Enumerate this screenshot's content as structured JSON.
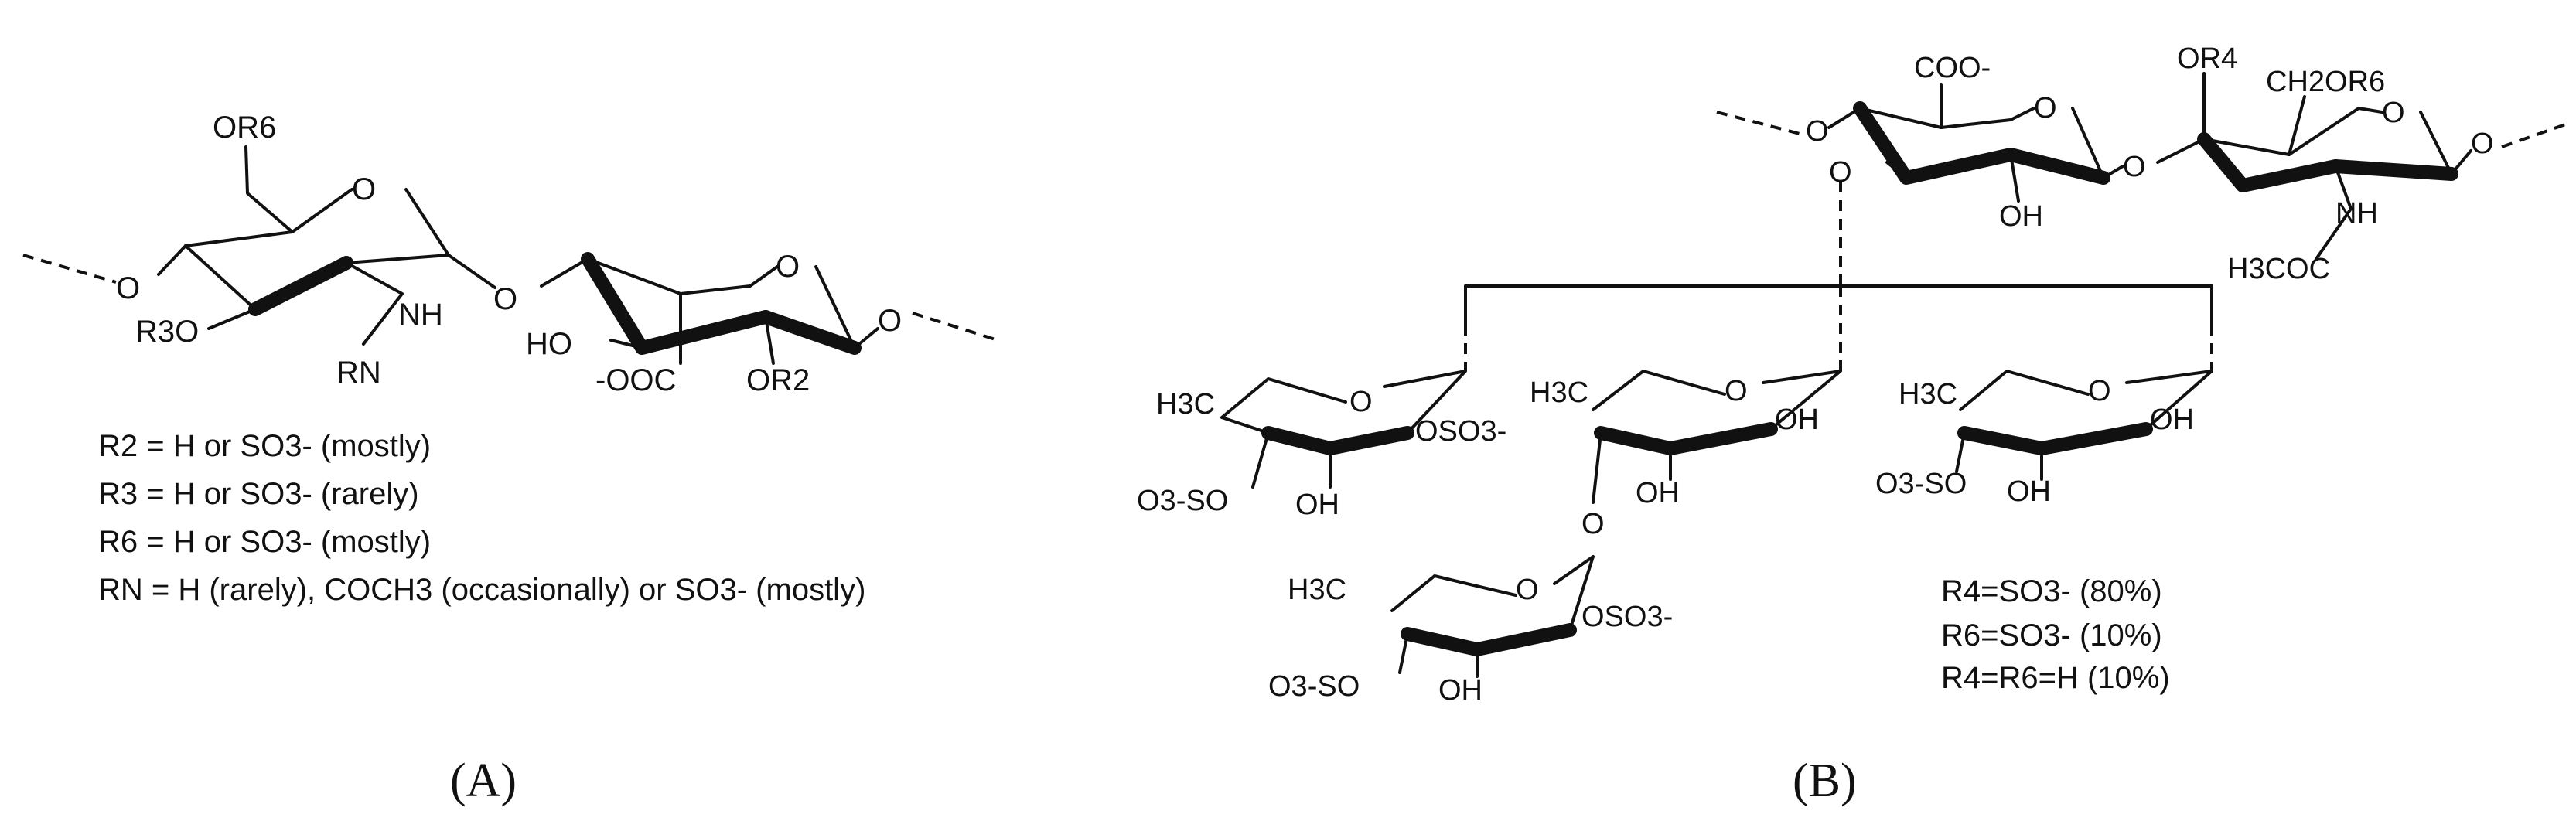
{
  "panel_a": {
    "tag": "(A)",
    "atoms": {
      "o_ring_1": "O",
      "o_ring_2": "O",
      "o_left": "O",
      "o_link": "O",
      "o_right": "O",
      "or6": "OR6",
      "r3o": "R3O",
      "nh": "NH",
      "rn": "RN",
      "ho": "HO",
      "ooc": "-OOC",
      "or2": "OR2"
    },
    "legend": [
      "R2 = H or SO3- (mostly)",
      "R3 = H or SO3- (rarely)",
      "R6 = H or SO3- (mostly)",
      "RN = H (rarely), COCH3 (occasionally) or SO3- (mostly)"
    ]
  },
  "panel_b": {
    "tag": "(B)",
    "atoms": {
      "coo": "COO-",
      "or4": "OR4",
      "ch2or6": "CH2OR6",
      "o_ring_u": "O",
      "o_ring_g": "O",
      "o_left_u": "O",
      "o_branch": "O",
      "oh_u": "OH",
      "o_link_u": "O",
      "nh_g": "NH",
      "h3coc": "H3COC",
      "o_right_g": "O",
      "f1_h3c": "H3C",
      "f1_o": "O",
      "f1_oso3": "OSO3-",
      "f1_o3so": "O3-SO",
      "f1_oh": "OH",
      "f2_h3c": "H3C",
      "f2_o": "O",
      "f2_oh1": "OH",
      "f2_oh2": "OH",
      "f2_link": "O",
      "f3_h3c": "H3C",
      "f3_o": "O",
      "f3_oh1": "OH",
      "f3_o3so": "O3-SO",
      "f3_oh2": "OH",
      "f4_h3c": "H3C",
      "f4_o": "O",
      "f4_oso3": "OSO3-",
      "f4_o3so": "O3-SO",
      "f4_oh": "OH"
    },
    "ratios": [
      "R4=SO3- (80%)",
      "R6=SO3- (10%)",
      "R4=R6=H (10%)"
    ]
  }
}
